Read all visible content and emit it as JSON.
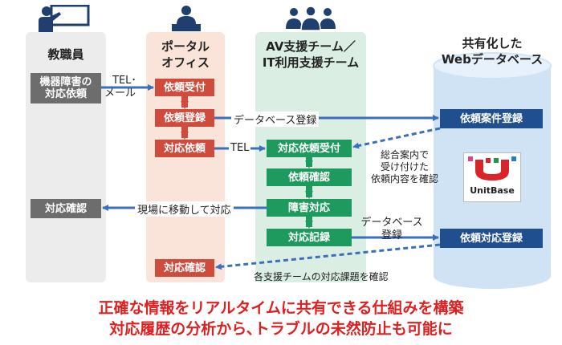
{
  "lanes": {
    "staff": {
      "title": "教職員"
    },
    "portal": {
      "title_line1": "ポータル",
      "title_line2": "オフィス"
    },
    "support": {
      "title_line1": "AV支援チーム／",
      "title_line2": "IT利用支援チーム"
    },
    "database": {
      "title_line1": "共有化した",
      "title_line2": "Webデータベース"
    }
  },
  "staff_boxes": {
    "request_line1": "機器障害の",
    "request_line2": "対応依頼",
    "confirm": "対応確認"
  },
  "portal_boxes": {
    "receive": "依頼受付",
    "register": "依頼登録",
    "dispatch": "対応依頼",
    "confirm": "対応確認"
  },
  "support_boxes": {
    "receive": "対応依頼受付",
    "check": "依頼確認",
    "handle": "障害対応",
    "record": "対応記録"
  },
  "db_boxes": {
    "case_register": "依頼案件登録",
    "response_register": "依頼対応登録",
    "logo_text": "UnitBase"
  },
  "labels": {
    "tel_mail_line1": "TEL･",
    "tel_mail_line2": "メール",
    "db_register": "データベース登録",
    "tel": "TEL",
    "onsite": "現場に移動して対応",
    "db_register2_line1": "データベース",
    "db_register2_line2": "登録",
    "general_line1": "総合案内で",
    "general_line2": "受け付けた",
    "general_line3": "依頼内容を確認",
    "check_issues": "各支援チームの対応課題を確認"
  },
  "headline": {
    "line1": "正確な情報をリアルタイムに共有できる仕組みを構築",
    "line2": "対応履歴の分析から､トラブルの未然防止も可能に"
  },
  "colors": {
    "staff_lane": "#ececec",
    "portal_lane": "#fae3d9",
    "support_lane": "#dbeee3",
    "db_cylinder": "#cfe3f5",
    "arrow_blue": "#3b6fbd",
    "headline": "#e02020"
  }
}
